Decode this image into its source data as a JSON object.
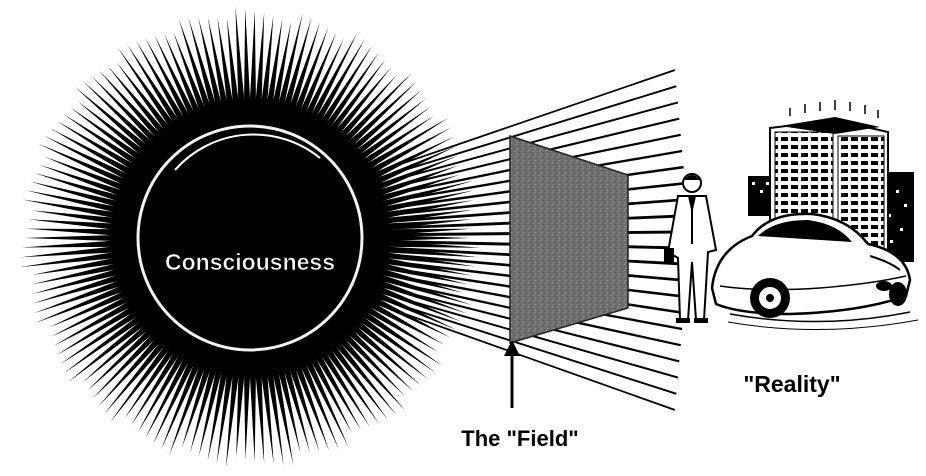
{
  "diagram": {
    "center_label": "Consciousness",
    "field_label": "The \"Field\"",
    "reality_label": "\"Reality\""
  },
  "colors": {
    "ink": "#000000",
    "field_fill": "#6f6f6f",
    "paper": "#ffffff",
    "ring": "#f2f2f2"
  }
}
